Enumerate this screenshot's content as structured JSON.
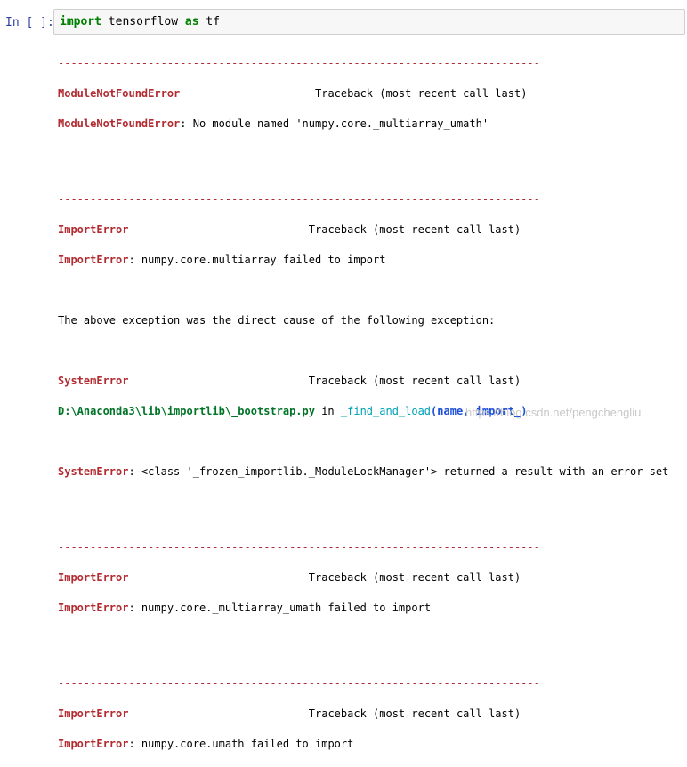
{
  "cell": {
    "prompt": "In [ ]:",
    "code": {
      "kw_import": "import",
      "module": " tensorflow ",
      "kw_as": "as",
      "alias": " tf"
    }
  },
  "output": {
    "separator": "---------------------------------------------------------------------------",
    "blocks": [
      {
        "header_name": "ModuleNotFoundError",
        "header_pad": "                     ",
        "header_trace": "Traceback (most recent call last)",
        "msg_name": "ModuleNotFoundError",
        "msg_text": ": No module named 'numpy.core._multiarray_umath'"
      },
      {
        "header_name": "ImportError",
        "header_pad": "                            ",
        "header_trace": "Traceback (most recent call last)",
        "msg_name": "ImportError",
        "msg_text": ": numpy.core.multiarray failed to import"
      },
      {
        "header_name": "ImportError",
        "header_pad": "                            ",
        "header_trace": "Traceback (most recent call last)",
        "msg_name": "ImportError",
        "msg_text": ": numpy.core._multiarray_umath failed to import"
      },
      {
        "header_name": "ImportError",
        "header_pad": "                            ",
        "header_trace": "Traceback (most recent call last)",
        "msg_name": "ImportError",
        "msg_text": ": numpy.core.umath failed to import"
      }
    ],
    "cause_text": "The above exception was the direct cause of the following exception:",
    "system_error": {
      "header_name": "SystemError",
      "header_pad": "                            ",
      "header_trace": "Traceback (most recent call last)",
      "path": "D:\\Anaconda3\\lib\\importlib\\_bootstrap.py",
      "in_text": " in ",
      "func": "_find_and_load",
      "params": "(name, import_)",
      "msg_name": "SystemError",
      "msg_text": ": <class '_frozen_importlib._ModuleLockManager'> returned a result with an error set"
    }
  },
  "watermark": "https://blog.csdn.net/pengchengliu"
}
